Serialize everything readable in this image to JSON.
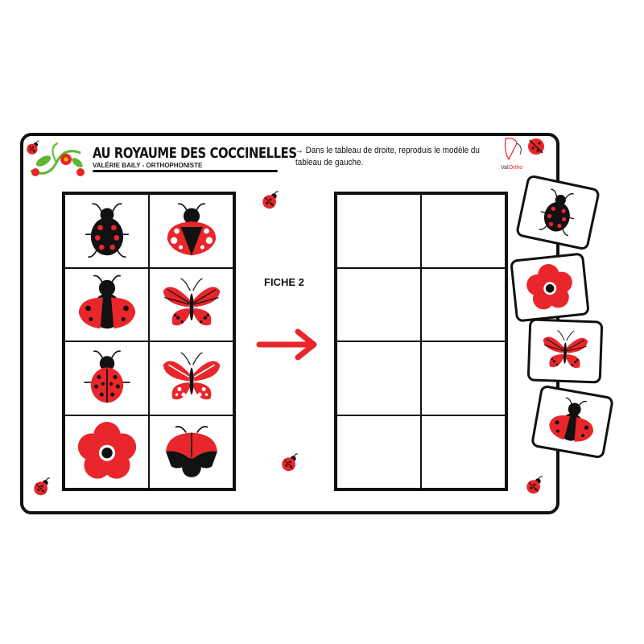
{
  "header": {
    "title": "AU ROYAUME DES COCCINELLES",
    "subtitle": "VALÉRIE BAILY - ORTHOPHONISTE",
    "instruction": "→ Dans le tableau de droite, reproduis le modèle du tableau de gauche.",
    "logo_text_1": "Val",
    "logo_text_2": "Ortho"
  },
  "sheet_label": "FICHE 2",
  "colors": {
    "red": "#e8262b",
    "black": "#1a1a1a",
    "green": "#5cb82e"
  },
  "model_grid": [
    [
      "ladybug-top-icon",
      "ladybug-white-spots-icon"
    ],
    [
      "ladybug-open-wings-icon",
      "butterfly-black-spots-icon"
    ],
    [
      "ladybug-spotted-icon",
      "butterfly-white-spots-icon"
    ],
    [
      "flower-icon",
      "ladybug-flying-icon"
    ]
  ],
  "answer_grid_empty": true,
  "cards": [
    "ladybug-top-icon",
    "flower-icon",
    "butterfly-black-spots-icon",
    "ladybug-open-wings-icon"
  ]
}
